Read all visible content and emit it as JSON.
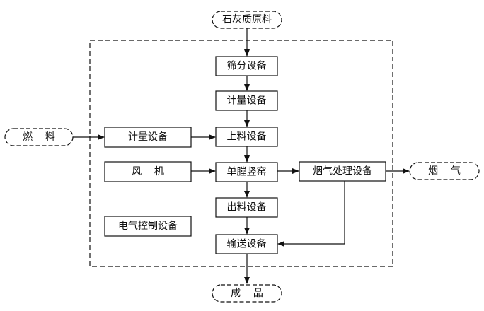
{
  "terminals": {
    "raw_material": "石灰质原料",
    "fuel": "燃    料",
    "flue_gas": "烟    气",
    "product": "成    品"
  },
  "process": {
    "screening": "筛分设备",
    "metering_top": "计量设备",
    "feeding": "上料设备",
    "kiln": "单膛竖窑",
    "discharge": "出料设备",
    "conveying": "输送设备"
  },
  "auxiliary": {
    "fuel_metering": "计量设备",
    "fan": "风    机",
    "flue_gas_treatment": "烟气处理设备",
    "electrical_control": "电气控制设备"
  }
}
